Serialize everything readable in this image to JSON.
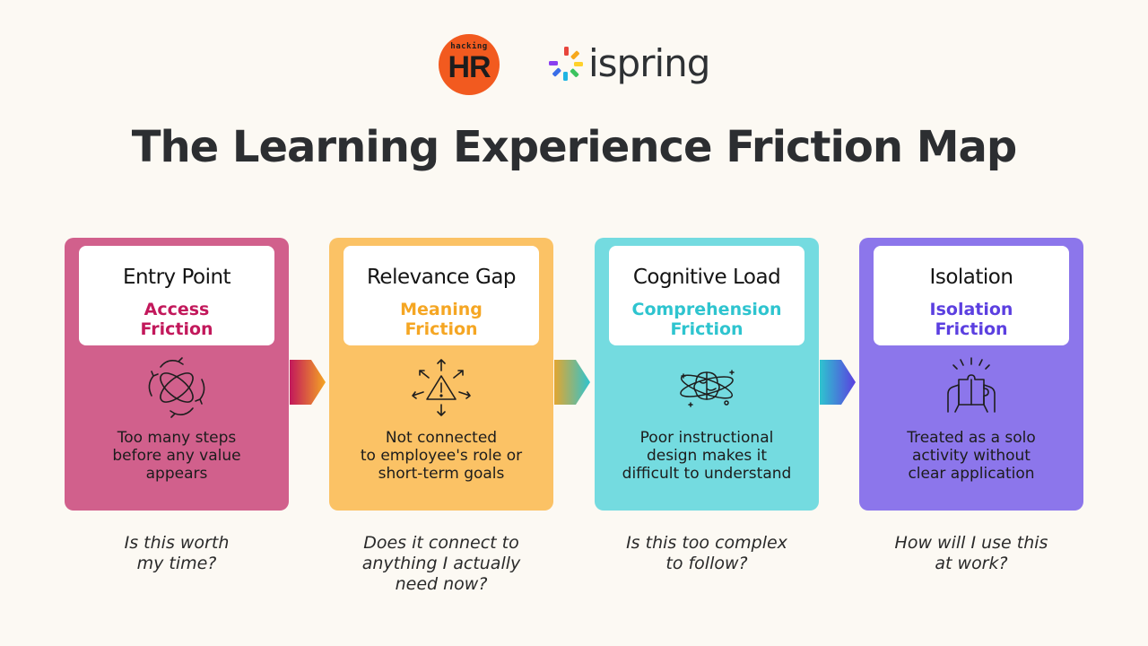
{
  "logos": {
    "hr_small": "hacking",
    "hr_big": "HR",
    "ispring": "ispring"
  },
  "title": "The Learning Experience Friction Map",
  "cards": [
    {
      "title": "Entry Point",
      "subtitle_line1": "Access",
      "subtitle_line2": "Friction",
      "icon": "cycle-arrows-icon",
      "text_lines": [
        "Too many steps",
        "before any value",
        "appears"
      ],
      "question_lines": [
        "Is this worth",
        "my time?"
      ],
      "bg_color": "#d1608c",
      "accent_color": "#c2185b"
    },
    {
      "title": "Relevance Gap",
      "subtitle_line1": "Meaning",
      "subtitle_line2": "Friction",
      "icon": "warning-burst-icon",
      "text_lines": [
        "Not connected",
        "to employee's role or",
        "short-term goals"
      ],
      "question_lines": [
        "Does it connect to",
        "anything I actually",
        "need now?"
      ],
      "bg_color": "#fbc265",
      "accent_color": "#f5a623"
    },
    {
      "title": "Cognitive Load",
      "subtitle_line1": "Comprehension",
      "subtitle_line2": "Friction",
      "icon": "tangled-brain-icon",
      "text_lines": [
        "Poor instructional",
        "design makes it",
        "difficult to understand"
      ],
      "question_lines": [
        "Is this too complex",
        "to follow?"
      ],
      "bg_color": "#74dbe0",
      "accent_color": "#2ec4cf"
    },
    {
      "title": "Isolation",
      "subtitle_line1": "Isolation",
      "subtitle_line2": "Friction",
      "icon": "puzzle-hands-icon",
      "text_lines": [
        "Treated as a solo",
        "activity without",
        "clear application"
      ],
      "question_lines": [
        "How will I use this",
        "at work?"
      ],
      "bg_color": "#8c76eb",
      "accent_color": "#5b3fe0"
    }
  ]
}
